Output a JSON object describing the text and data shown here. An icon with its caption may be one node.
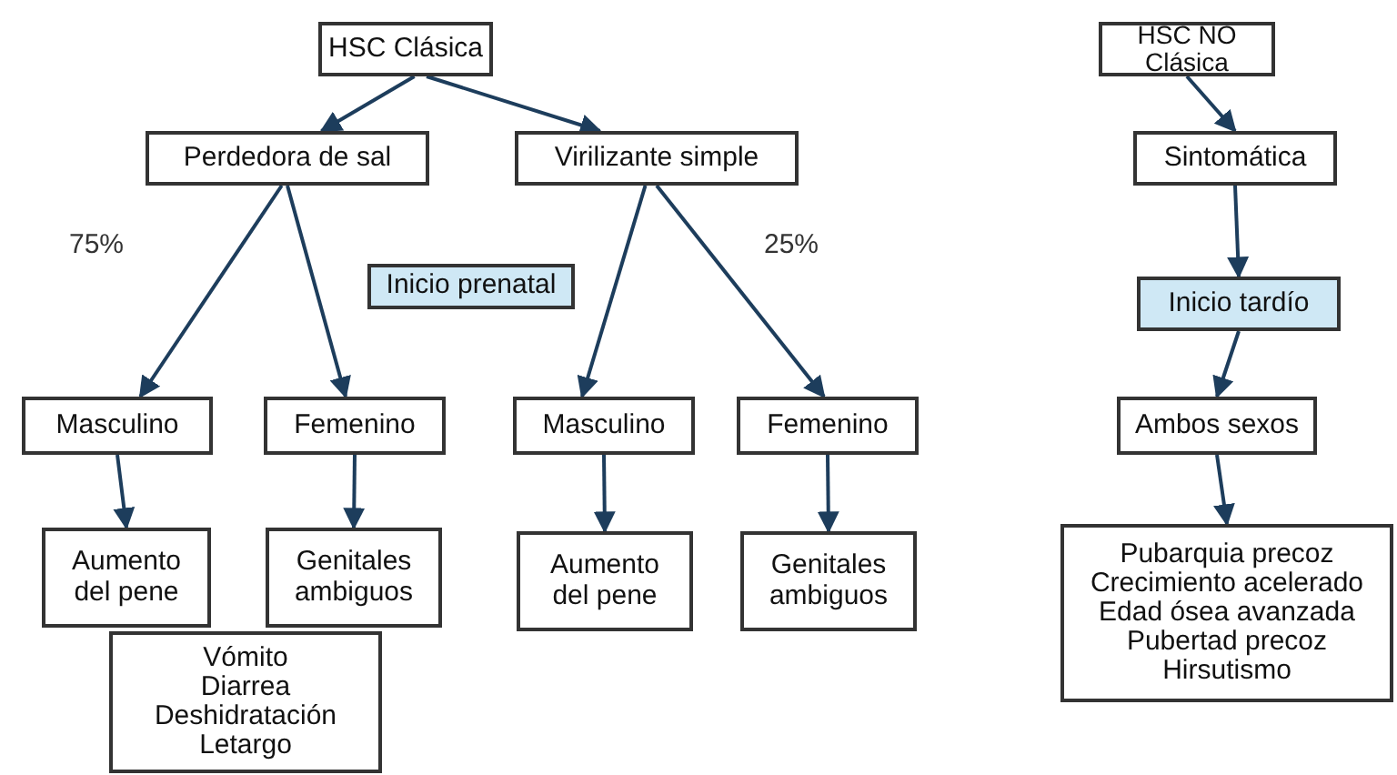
{
  "diagram": {
    "nodes": [
      {
        "text": [
          "HSC Clásica"
        ]
      },
      {
        "text": [
          "Perdedora de sal"
        ]
      },
      {
        "text": [
          "Virilizante simple"
        ]
      },
      {
        "text": [
          "Inicio prenatal"
        ]
      },
      {
        "text": [
          "Masculino"
        ]
      },
      {
        "text": [
          "Femenino"
        ]
      },
      {
        "text": [
          "Masculino"
        ]
      },
      {
        "text": [
          "Femenino"
        ]
      },
      {
        "text": [
          "Aumento del pene"
        ]
      },
      {
        "text": [
          "Genitales ambiguos"
        ]
      },
      {
        "text": [
          "Aumento del pene"
        ]
      },
      {
        "text": [
          "Genitales ambiguos"
        ]
      },
      {
        "text": [
          "Vómito",
          "Diarrea",
          "Deshidratación",
          "Letargo"
        ]
      },
      {
        "text": [
          "HSC NO  Clásica"
        ]
      },
      {
        "text": [
          "Sintomática"
        ]
      },
      {
        "text": [
          "Inicio tardío"
        ]
      },
      {
        "text": [
          "Ambos sexos"
        ]
      },
      {
        "text": [
          "Pubarquia precoz",
          "Crecimiento acelerado",
          "Edad ósea avanzada",
          "Pubertad precoz",
          "Hirsutismo"
        ]
      }
    ],
    "edges": [
      {
        "from": 0,
        "to": 1,
        "arrow": "to"
      },
      {
        "from": 0,
        "to": 2,
        "arrow": "to"
      },
      {
        "from": 1,
        "to": 4,
        "arrow": "to"
      },
      {
        "from": 1,
        "to": 5,
        "arrow": "to"
      },
      {
        "from": 2,
        "to": 6,
        "arrow": "to"
      },
      {
        "from": 2,
        "to": 7,
        "arrow": "to"
      },
      {
        "from": 4,
        "to": 8,
        "arrow": "to"
      },
      {
        "from": 5,
        "to": 9,
        "arrow": "to"
      },
      {
        "from": 6,
        "to": 10,
        "arrow": "to"
      },
      {
        "from": 7,
        "to": 11,
        "arrow": "to"
      },
      {
        "from": 13,
        "to": 14,
        "arrow": "to"
      },
      {
        "from": 14,
        "to": 15,
        "arrow": "to"
      },
      {
        "from": 15,
        "to": 16,
        "arrow": "to"
      },
      {
        "from": 16,
        "to": 17,
        "arrow": "to"
      }
    ],
    "labels": [
      "75%",
      "25%"
    ]
  }
}
